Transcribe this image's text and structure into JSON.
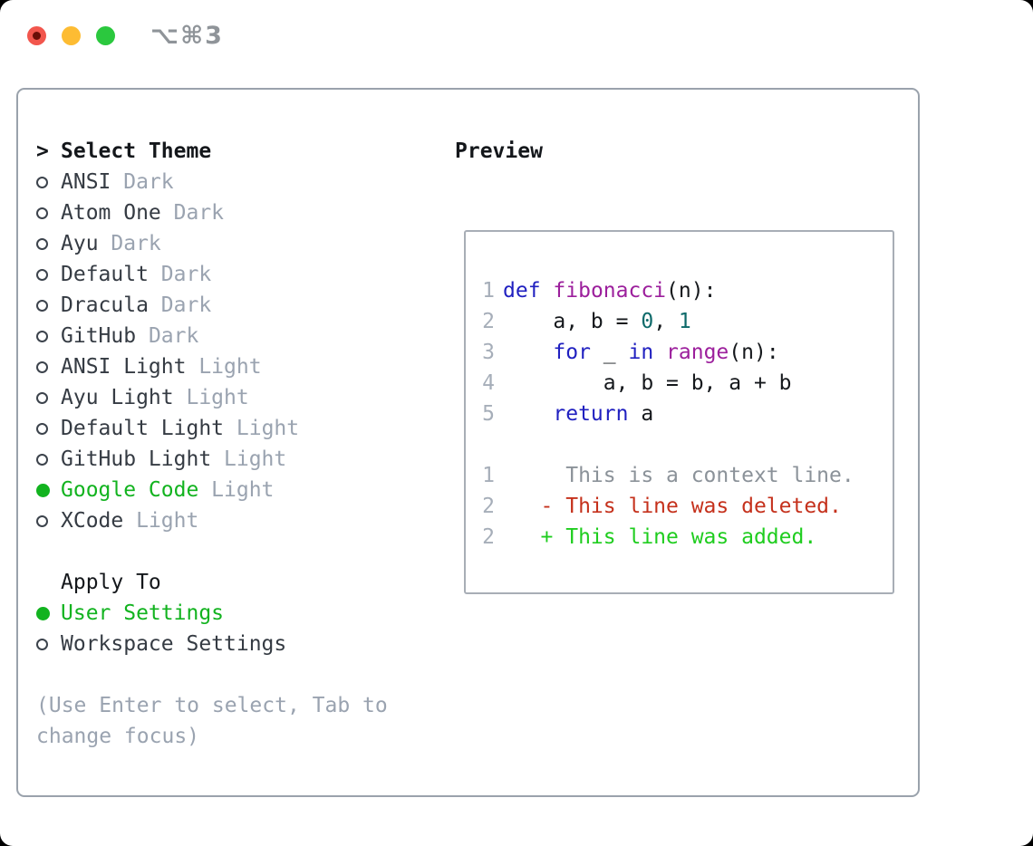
{
  "window": {
    "title": "⌥⌘3",
    "traffic_lights": [
      "close",
      "minimize",
      "zoom"
    ]
  },
  "select_theme": {
    "marker": ">",
    "header": "Select Theme",
    "items": [
      {
        "name": "ANSI",
        "variant": "Dark",
        "selected": false
      },
      {
        "name": "Atom One",
        "variant": "Dark",
        "selected": false
      },
      {
        "name": "Ayu",
        "variant": "Dark",
        "selected": false
      },
      {
        "name": "Default",
        "variant": "Dark",
        "selected": false
      },
      {
        "name": "Dracula",
        "variant": "Dark",
        "selected": false
      },
      {
        "name": "GitHub",
        "variant": "Dark",
        "selected": false
      },
      {
        "name": "ANSI Light",
        "variant": "Light",
        "selected": false
      },
      {
        "name": "Ayu Light",
        "variant": "Light",
        "selected": false
      },
      {
        "name": "Default Light",
        "variant": "Light",
        "selected": false
      },
      {
        "name": "GitHub Light",
        "variant": "Light",
        "selected": false
      },
      {
        "name": "Google Code",
        "variant": "Light",
        "selected": true
      },
      {
        "name": "XCode",
        "variant": "Light",
        "selected": false
      }
    ]
  },
  "apply_to": {
    "header": "Apply To",
    "options": [
      {
        "label": "User Settings",
        "selected": true
      },
      {
        "label": "Workspace Settings",
        "selected": false
      }
    ]
  },
  "hint": "(Use Enter to select, Tab to change focus)",
  "preview": {
    "header": "Preview",
    "code_lines": [
      {
        "num": "1",
        "tokens": [
          {
            "c": "kwd",
            "t": "def"
          },
          {
            "c": "pln",
            "t": " "
          },
          {
            "c": "fn",
            "t": "fibonacci"
          },
          {
            "c": "pln",
            "t": "(n):"
          }
        ]
      },
      {
        "num": "2",
        "tokens": [
          {
            "c": "pln",
            "t": "    a, b = "
          },
          {
            "c": "lit",
            "t": "0"
          },
          {
            "c": "pln",
            "t": ", "
          },
          {
            "c": "lit",
            "t": "1"
          }
        ]
      },
      {
        "num": "3",
        "tokens": [
          {
            "c": "pln",
            "t": "    "
          },
          {
            "c": "kwd",
            "t": "for"
          },
          {
            "c": "pln",
            "t": " _ "
          },
          {
            "c": "kwd",
            "t": "in"
          },
          {
            "c": "pln",
            "t": " "
          },
          {
            "c": "fn",
            "t": "range"
          },
          {
            "c": "pln",
            "t": "(n):"
          }
        ]
      },
      {
        "num": "4",
        "tokens": [
          {
            "c": "pln",
            "t": "        a, b = b, a + b"
          }
        ]
      },
      {
        "num": "5",
        "tokens": [
          {
            "c": "pln",
            "t": "    "
          },
          {
            "c": "kwd",
            "t": "return"
          },
          {
            "c": "pln",
            "t": " a"
          }
        ]
      }
    ],
    "diff_lines": [
      {
        "num": "1",
        "type": "context",
        "text": "     This is a context line."
      },
      {
        "num": "2",
        "type": "deleted",
        "text": "   - This line was deleted."
      },
      {
        "num": "2",
        "type": "added",
        "text": "   + This line was added."
      }
    ]
  },
  "colors": {
    "accent_green": "#12b31f",
    "added_green": "#1fcd1f",
    "deleted_red": "#c5311c",
    "context_gray": "#8b9299",
    "line_number": "#a6aeb9",
    "muted_gray": "#9aa3b0",
    "keyword_blue": "#2020c0",
    "function_magenta": "#9c1f9c",
    "literal_teal": "#0e6a6a",
    "border_gray": "#9aa2ac",
    "traffic_red": "#f2564d",
    "traffic_yellow": "#fdbc33",
    "traffic_green": "#2bc83e"
  }
}
